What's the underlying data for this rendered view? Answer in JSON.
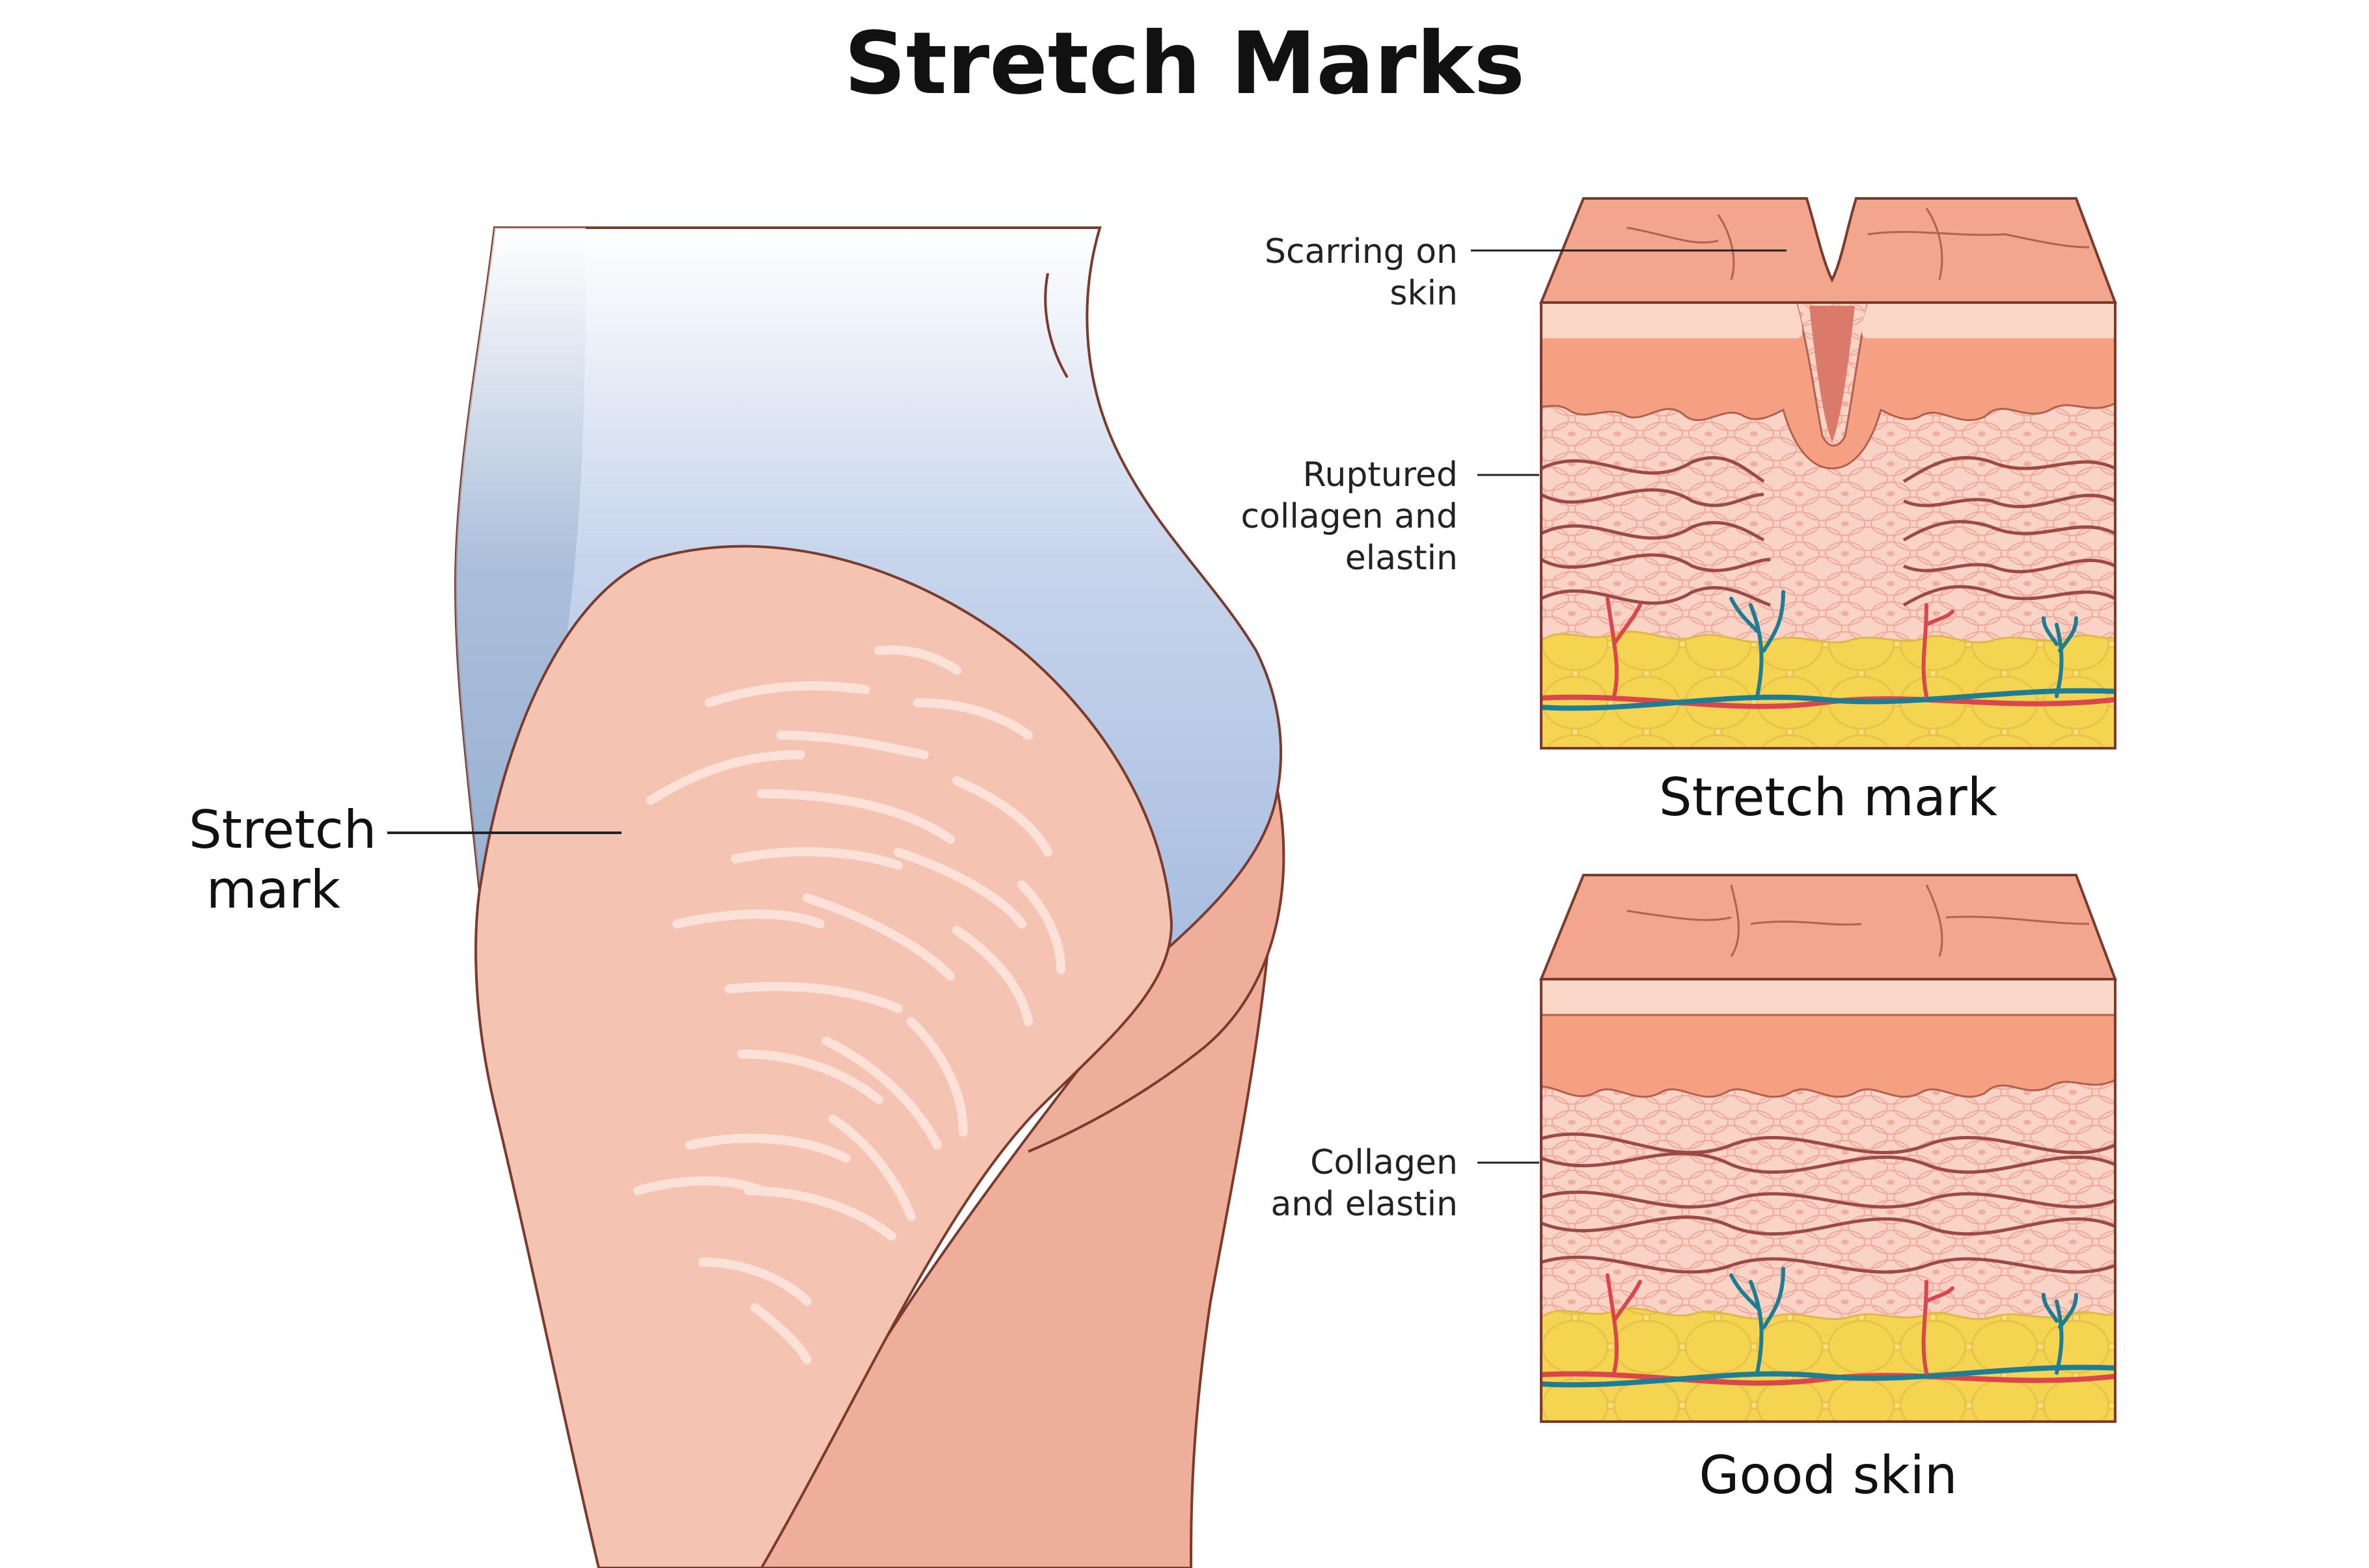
{
  "title": "Stretch Marks",
  "labels": {
    "stretch_mark_body": "Stretch\nmark",
    "scarring": "Scarring on\nskin",
    "ruptured": "Ruptured\ncollagen and\nelastin",
    "collagen": "Collagen\nand elastin"
  },
  "captions": {
    "top": "Stretch mark",
    "bottom": "Good skin"
  },
  "colors": {
    "skin_light": "#f5c3b1",
    "skin_dark": "#efae9a",
    "underwear_light": "#a8bde0",
    "underwear_dark": "#8eaacb",
    "epidermis": "#f2a68e",
    "dermis": "#f9d3c6",
    "fat": "#f5d96b",
    "collagen_fiber": "#9c4a46",
    "artery": "#d9474d",
    "vein": "#1f7d93",
    "outline": "#7a3b2c"
  }
}
